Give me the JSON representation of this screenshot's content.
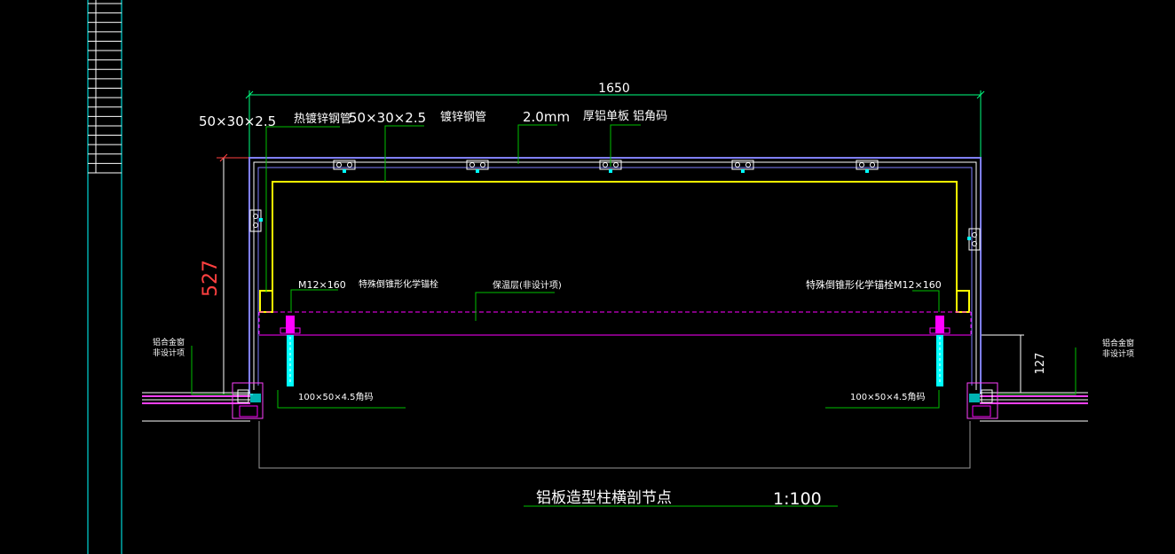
{
  "colors": {
    "background": "#000000",
    "frame": "#8080ff",
    "frame_inner": "#ffffff",
    "steel_tube": "#ffff00",
    "leader": "#00c000",
    "dimension": "#00ff80",
    "dimension_red": "#ff4040",
    "anchor": "#ff00ff",
    "bolt": "#00ffff",
    "window": "#ff40ff",
    "text": "#ffffff"
  },
  "title_block": {
    "rows": 18
  },
  "dimensions": {
    "width": "1650",
    "height": "527",
    "height_small": "127"
  },
  "labels": {
    "tube_a_size": "50×30×2.5",
    "tube_a_name": "热镀锌钢管",
    "tube_b_size": "50×30×2.5",
    "tube_b_name": "镀锌钢管",
    "plate_thk": "2.0mm",
    "plate_name": "厚铝单板  铝角码",
    "anchor_left_size": "M12×160",
    "anchor_left_name": "特殊倒锥形化学锚栓",
    "insulation": "保温层(非设计项)",
    "anchor_right": "特殊倒锥形化学锚栓M12×160",
    "angle_left": "100×50×4.5角码",
    "angle_right": "100×50×4.5角码",
    "window_left_1": "铝合金窗",
    "window_left_2": "非设计项",
    "window_right_1": "铝合金窗",
    "window_right_2": "非设计项"
  },
  "title": {
    "name": "铝板造型柱横剖节点",
    "scale": "1:100"
  }
}
